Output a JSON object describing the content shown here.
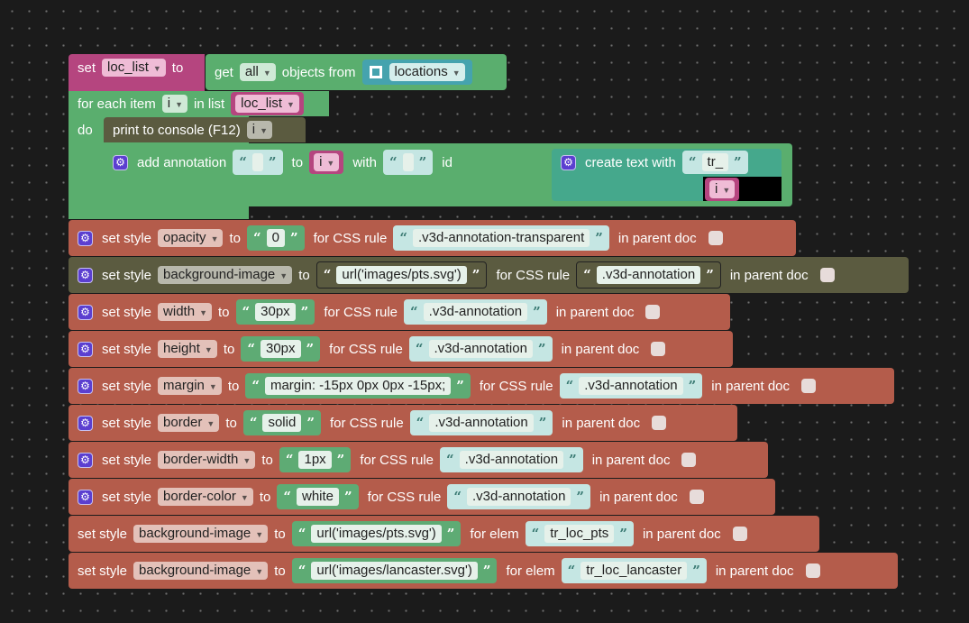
{
  "blocks": {
    "set_var": {
      "set": "set",
      "var": "loc_list",
      "to": "to",
      "get": "get",
      "mode": "all",
      "objects_from": "objects from",
      "source": "locations"
    },
    "for_each": {
      "label": "for each item",
      "var": "i",
      "in_list": "in list",
      "list": "loc_list",
      "do": "do"
    },
    "print": {
      "label": "print to console (F12)",
      "var": "i"
    },
    "annotation": {
      "label": "add annotation",
      "text": "",
      "to": "to",
      "target": "i",
      "with": "with",
      "with_text": "",
      "id": "id",
      "create_text": "create text with",
      "part1": "tr_",
      "part2": "i"
    },
    "style_rules": [
      {
        "cog": true,
        "prop": "opacity",
        "value": "0",
        "rule": ".v3d-annotation-transparent"
      },
      {
        "cog": true,
        "prop": "background-image",
        "value": "url('images/pts.svg')",
        "rule": ".v3d-annotation"
      },
      {
        "cog": true,
        "prop": "width",
        "value": "30px",
        "rule": ".v3d-annotation"
      },
      {
        "cog": true,
        "prop": "height",
        "value": "30px",
        "rule": ".v3d-annotation"
      },
      {
        "cog": true,
        "prop": "margin",
        "value": "margin: -15px 0px 0px -15px;",
        "rule": ".v3d-annotation"
      },
      {
        "cog": true,
        "prop": "border",
        "value": "solid",
        "rule": ".v3d-annotation"
      },
      {
        "cog": true,
        "prop": "border-width",
        "value": "1px",
        "rule": ".v3d-annotation"
      },
      {
        "cog": true,
        "prop": "border-color",
        "value": "white",
        "rule": ".v3d-annotation"
      }
    ],
    "style_elems": [
      {
        "prop": "background-image",
        "value": "url('images/pts.svg')",
        "elem": "tr_loc_pts"
      },
      {
        "prop": "background-image",
        "value": "url('images/lancaster.svg')",
        "elem": "tr_loc_lancaster"
      }
    ],
    "labels": {
      "set_style": "set style",
      "to": "to",
      "for_css_rule": "for CSS rule",
      "for_elem": "for elem",
      "in_parent_doc": "in parent doc"
    }
  },
  "colors": {
    "background": "#1b1b1b",
    "variable_block": "#b5457f",
    "list_block": "#5aae6e",
    "style_block": "#b45c4b",
    "disabled_block": "#5b5b40",
    "objects_block": "#45a3ae",
    "text_block": "#5eab74",
    "annotation_text_block": "#c5e6e3"
  },
  "icons": [
    "gear-icon",
    "object-icon"
  ]
}
